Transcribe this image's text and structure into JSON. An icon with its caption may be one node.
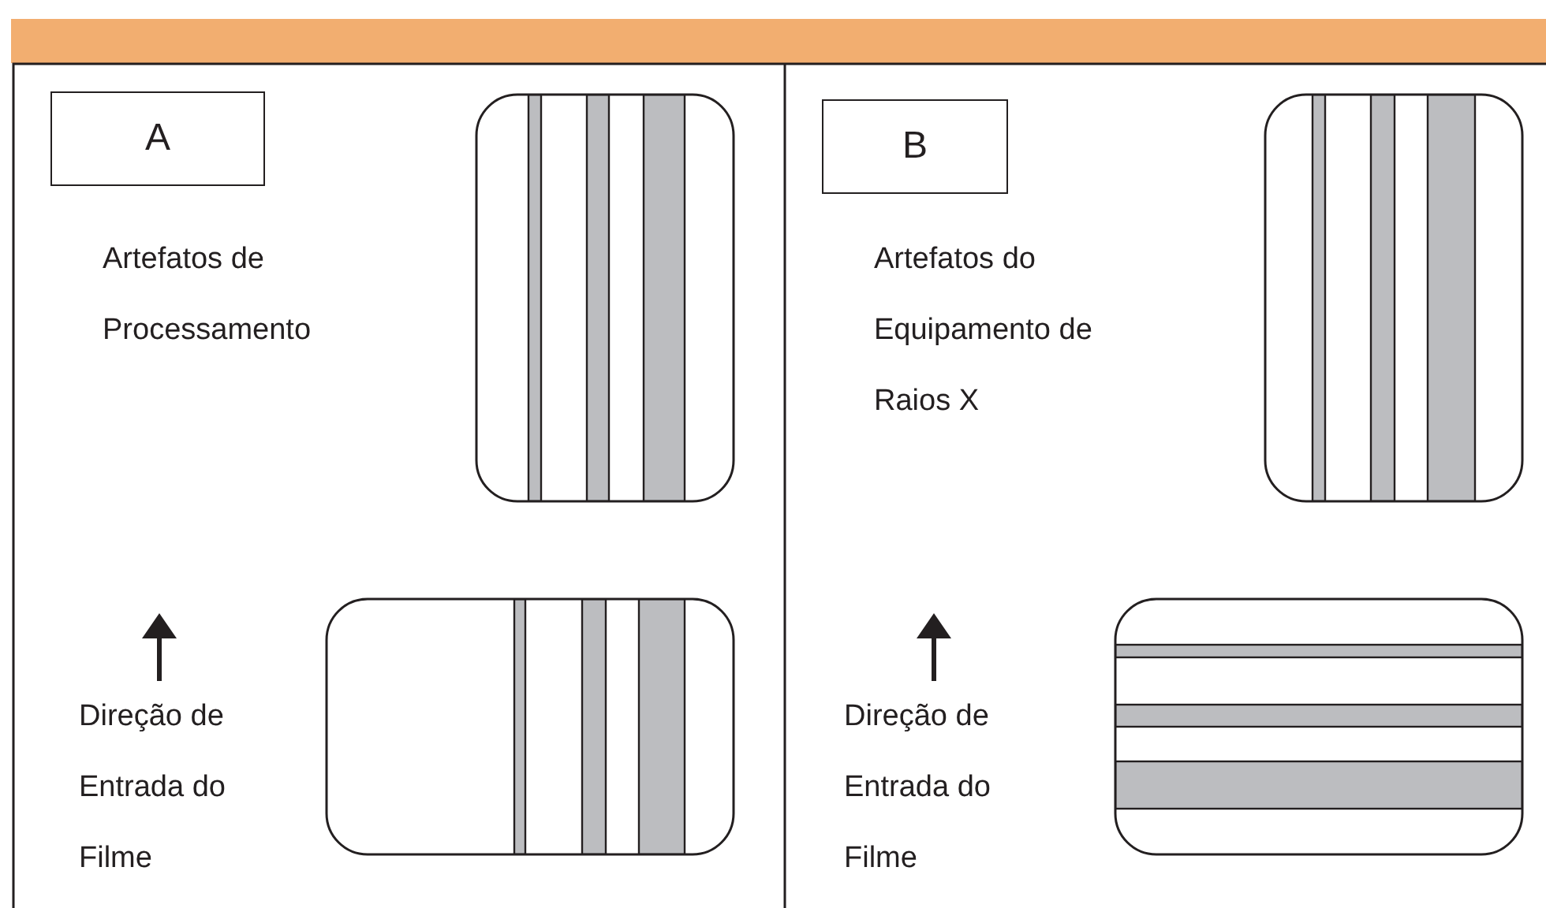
{
  "diagram": {
    "nodes": [
      {
        "text": [
          "A"
        ]
      },
      {
        "text": [
          "B"
        ]
      }
    ],
    "labels": [
      "Artefatos de Processamento",
      "Direção de Entrada do Filme",
      "Artefatos do Equipamento de Raios X",
      "Direção de Entrada do Filme"
    ]
  }
}
